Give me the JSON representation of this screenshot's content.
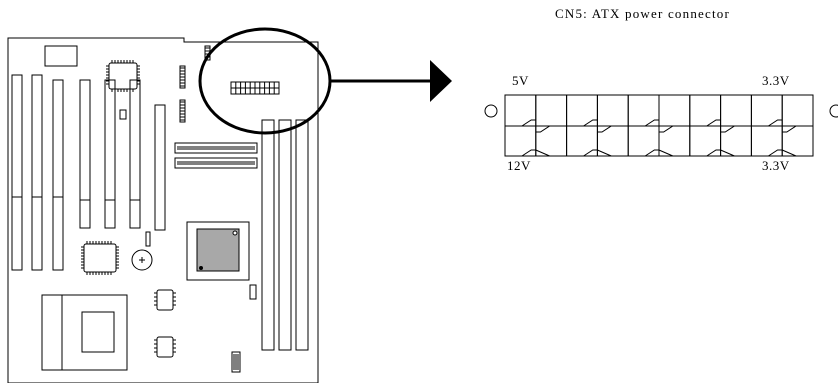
{
  "connector": {
    "title": "CN5: ATX power connector",
    "labels": {
      "top_left": "5V",
      "top_right": "3.3V",
      "bottom_left": "12V",
      "bottom_right": "3.3V"
    },
    "pins_per_row": 10
  },
  "colors": {
    "line": "#000000",
    "chip_fill": "#a8a8a8",
    "background": "#ffffff"
  }
}
